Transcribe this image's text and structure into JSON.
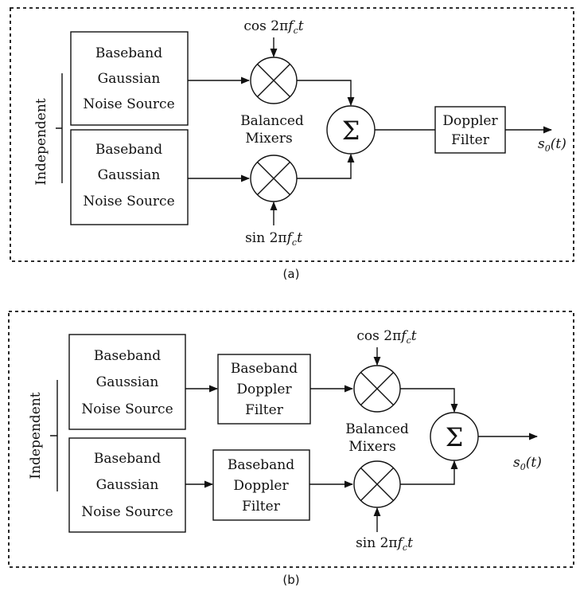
{
  "diagram_a": {
    "caption": "(a)",
    "independent_label": "Independent",
    "noise_source_top": [
      "Baseband",
      "Gaussian",
      "Noise Source"
    ],
    "noise_source_bottom": [
      "Baseband",
      "Gaussian",
      "Noise Source"
    ],
    "mixers_label": [
      "Balanced",
      "Mixers"
    ],
    "cos_label": {
      "prefix": "cos 2π",
      "f": "f",
      "sub": "c",
      "t": "t"
    },
    "sin_label": {
      "prefix": "sin 2π",
      "f": "f",
      "sub": "c",
      "t": "t"
    },
    "sum_symbol": "Σ",
    "doppler_filter": [
      "Doppler",
      "Filter"
    ],
    "output_label": {
      "s": "s",
      "sub": "0",
      "arg": "(t)"
    }
  },
  "diagram_b": {
    "caption": "(b)",
    "independent_label": "Independent",
    "noise_source_top": [
      "Baseband",
      "Gaussian",
      "Noise Source"
    ],
    "noise_source_bottom": [
      "Baseband",
      "Gaussian",
      "Noise Source"
    ],
    "doppler_filter_top": [
      "Baseband",
      "Doppler",
      "Filter"
    ],
    "doppler_filter_bottom": [
      "Baseband",
      "Doppler",
      "Filter"
    ],
    "mixers_label": [
      "Balanced",
      "Mixers"
    ],
    "cos_label": {
      "prefix": "cos 2π",
      "f": "f",
      "sub": "c",
      "t": "t"
    },
    "sin_label": {
      "prefix": "sin 2π",
      "f": "f",
      "sub": "c",
      "t": "t"
    },
    "sum_symbol": "Σ",
    "output_label": {
      "s": "s",
      "sub": "0",
      "arg": "(t)"
    }
  }
}
